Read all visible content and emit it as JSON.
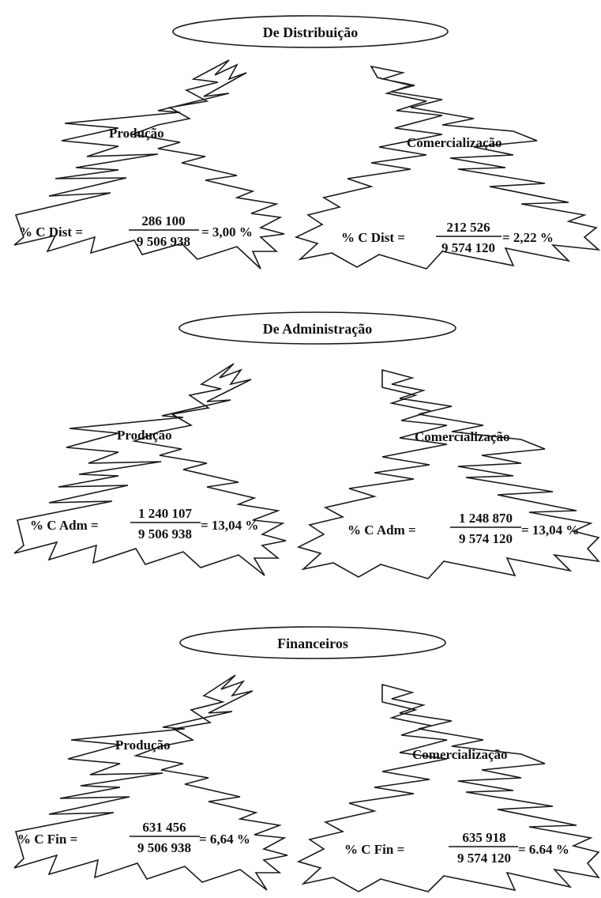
{
  "sections": [
    {
      "title": "De Distribuição",
      "left": {
        "label": "Produção",
        "formula_lhs": "% C Dist =",
        "numerator": "286 100",
        "denominator": "9 506 938",
        "result": "= 3,00 %"
      },
      "right": {
        "label": "Comercialização",
        "formula_lhs": "% C Dist =",
        "numerator": "212 526",
        "denominator": "9 574 120",
        "result": "= 2,22 %"
      }
    },
    {
      "title": "De Administração",
      "left": {
        "label": "Produção",
        "formula_lhs": "% C Adm =",
        "numerator": "1 240 107",
        "denominator": "9 506 938",
        "result": "= 13,04 %"
      },
      "right": {
        "label": "Comercialização",
        "formula_lhs": "% C Adm =",
        "numerator": "1 248 870",
        "denominator": "9 574 120",
        "result": "= 13,04 %"
      }
    },
    {
      "title": "Financeiros",
      "left": {
        "label": "Produção",
        "formula_lhs": "% C Fin =",
        "numerator": "631 456",
        "denominator": "9 506 938",
        "result": "= 6,64 %"
      },
      "right": {
        "label": "Comercialização",
        "formula_lhs": "% C Fin =",
        "numerator": "635 918",
        "denominator": "9 574 120",
        "result": "= 6.64 %"
      }
    }
  ]
}
